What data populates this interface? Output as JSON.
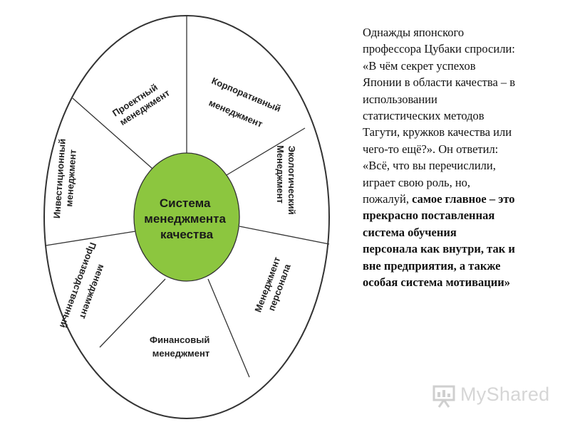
{
  "diagram": {
    "center": {
      "lines": [
        "Система",
        "менеджмента",
        "качества"
      ]
    },
    "segments": [
      {
        "id": "project",
        "lines": [
          "Проектный",
          "менеджмент"
        ]
      },
      {
        "id": "corporate",
        "lines": [
          "Корпоративный",
          "менеджмент"
        ]
      },
      {
        "id": "ecological",
        "lines": [
          "Экологический",
          "Менеджмент"
        ]
      },
      {
        "id": "personnel",
        "lines": [
          "Менеджмент",
          "персонала"
        ]
      },
      {
        "id": "financial",
        "lines": [
          "Финансовый",
          "менеджмент"
        ]
      },
      {
        "id": "production",
        "lines": [
          "Производственный",
          "менеджмент"
        ]
      },
      {
        "id": "investment",
        "lines": [
          "Инвестиционный",
          "менеджмент"
        ]
      }
    ],
    "colors": {
      "center_fill": "#8cc63f",
      "outline": "#333333"
    }
  },
  "quote": {
    "lines": [
      "Однажды японского",
      "профессора Цубаки спросили:",
      "«В чём  секрет успехов",
      "Японии в области качества – в",
      "использовании",
      "статистических методов",
      "Тагути, кружков качества или",
      "чего-то ещё?». Он ответил:",
      "«Всё, что вы перечислили,",
      "играет свою роль, но,",
      "пожалуй, ",
      "прекрасно поставленная",
      "система обучения",
      "персонала как внутри, так и",
      "вне предприятия, а также",
      "особая система мотивации»"
    ],
    "bold_tail": "самое главное – это"
  },
  "watermark": {
    "text": "MyShared",
    "icon": "presentation-board-icon"
  }
}
